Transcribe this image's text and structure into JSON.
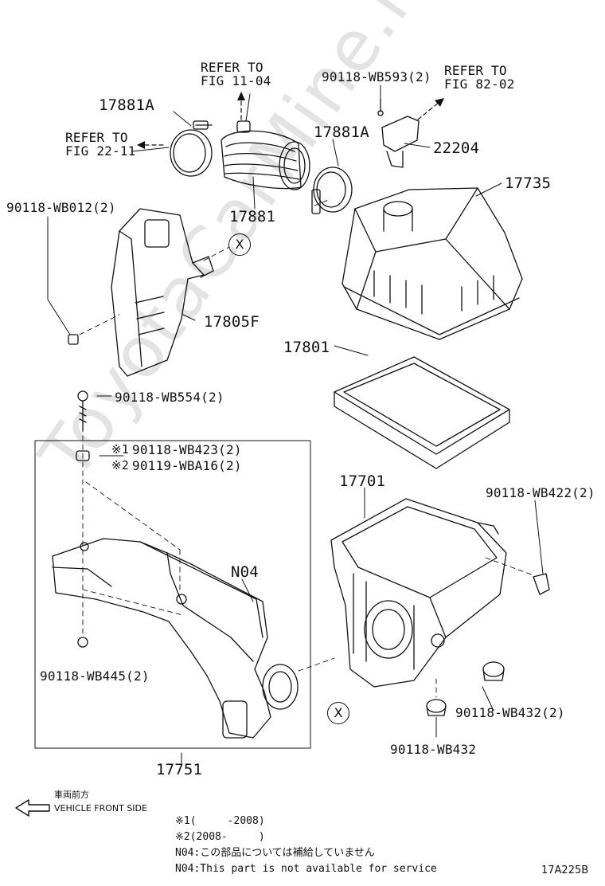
{
  "watermark": "ToyotaCarMine.ru",
  "references": {
    "ref_fig_11_04": "REFER TO\nFIG 11-04",
    "ref_fig_22_11": "REFER TO\nFIG 22-11",
    "ref_fig_82_02": "REFER TO\nFIG 82-02"
  },
  "parts": {
    "p17881A_left": "17881A",
    "p17881A_right": "17881A",
    "p17881": "17881",
    "p22204": "22204",
    "p17735": "17735",
    "p17805F": "17805F",
    "p17801": "17801",
    "p17701": "17701",
    "p17751": "17751",
    "pN04": "N04",
    "b90118_WB593": "90118-WB593(2)",
    "b90118_WB012": "90118-WB012(2)",
    "b90118_WB554": "90118-WB554(2)",
    "b90118_WB423": "90118-WB423(2)",
    "b90119_WBA16": "90119-WBA16(2)",
    "b90118_WB422": "90118-WB422(2)",
    "b90118_WB445": "90118-WB445(2)",
    "b90118_WB432_2": "90118-WB432(2)",
    "b90118_WB432": "90118-WB432"
  },
  "marks": {
    "mark1": "※1",
    "mark2": "※2",
    "circle_x_top": "X",
    "circle_x_bottom": "X"
  },
  "legend": {
    "front_jp": "車両前方",
    "front_en": "VEHICLE FRONT SIDE",
    "note1": "※1(     -2008)",
    "note2": "※2(2008-     )",
    "note_n04_jp": "N04:この部品については補給していません",
    "note_n04_en": "N04:This part is not available for service",
    "figure_code": "17A225B"
  }
}
